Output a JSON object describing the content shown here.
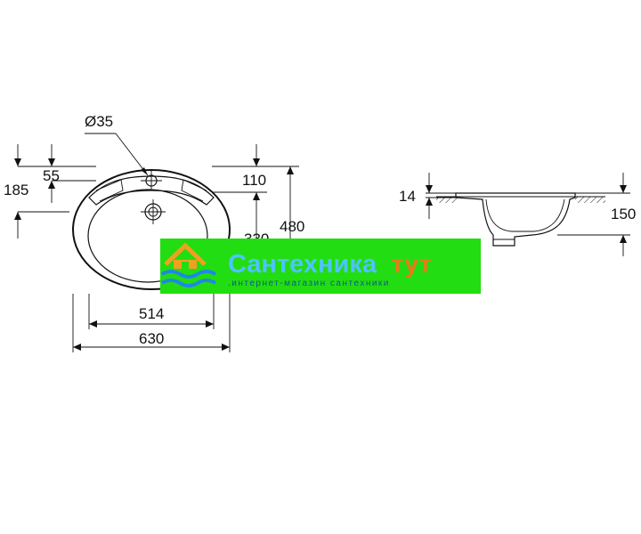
{
  "dimensions": {
    "hole_diameter": "Ø35",
    "d55": "55",
    "d185": "185",
    "d110": "110",
    "d480": "480",
    "d330": "330",
    "d514": "514",
    "d630": "630",
    "d14": "14",
    "d150": "150"
  },
  "watermark": {
    "title_part1": "Сантехника",
    "title_part2": "тут",
    "subtitle": ".интернет-магазин сантехники",
    "bg_color": "#22dd11",
    "title_color": "#4ec3ff",
    "title2_color": "#e87a1a",
    "subtitle_color": "#0d5a8a"
  }
}
